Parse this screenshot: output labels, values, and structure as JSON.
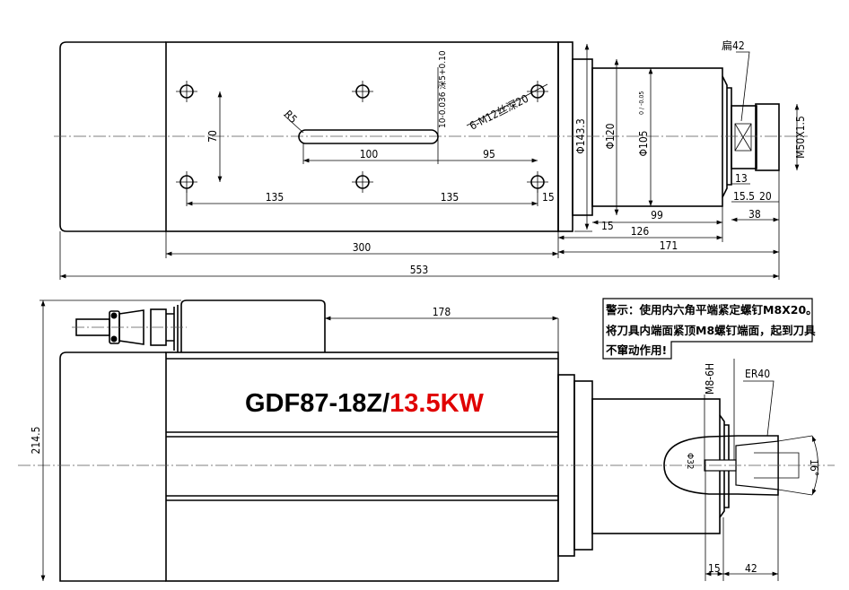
{
  "title": {
    "model": "GDF87-18Z/",
    "power": "13.5KW",
    "power_color": "#e00000"
  },
  "top_view": {
    "dims": {
      "d300": "300",
      "d553": "553",
      "d171": "171",
      "d126": "126",
      "d99": "99",
      "d15a": "15",
      "d135a": "135",
      "d135b": "135",
      "d15b": "15",
      "d100": "100",
      "d95": "95",
      "d70": "70",
      "d143": "Φ143.3",
      "d120": "Φ120",
      "d105": "Φ105",
      "d105_tol": "0 / -0.05",
      "m50": "M50X1.5",
      "flat42": "扁42",
      "d13": "13",
      "d15_5": "15.5",
      "d20": "20",
      "d38": "38",
      "r5": "R5",
      "slot": "10-0.036 深5+0.10",
      "thread": "6-M12丝深20"
    }
  },
  "side_view": {
    "dims": {
      "d214": "214.5",
      "d178": "178",
      "m8": "M8-6H",
      "er40": "ER40",
      "phi32": "Φ32",
      "angle": "16°",
      "d15": "15",
      "d42": "42"
    },
    "warning": {
      "line1": "警示：使用内六角平端紧定螺钉M8X20。",
      "line2": "将刀具内端面紧顶M8螺钉端面，起到刀具",
      "line3": "不窜动作用!"
    }
  }
}
